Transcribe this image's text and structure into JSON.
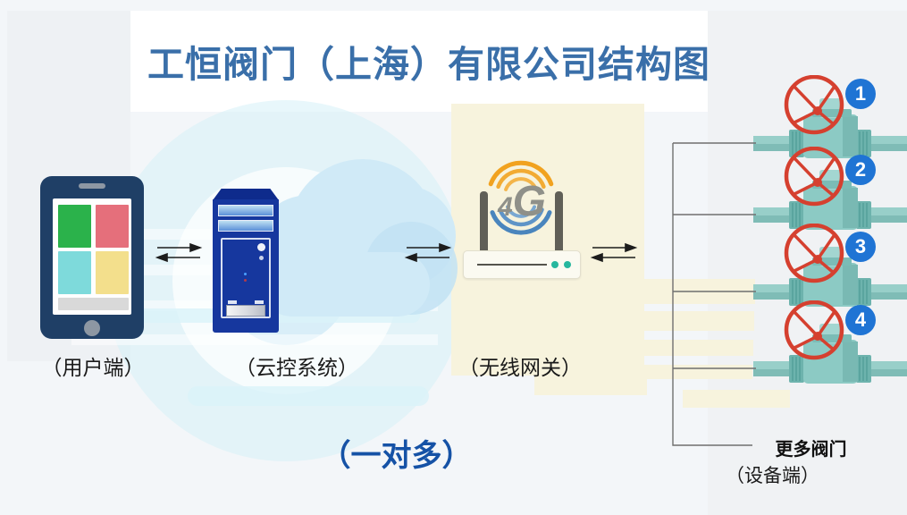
{
  "title": "工恒阀门（上海）有限公司结构图",
  "diagram": {
    "client": {
      "label": "（用户端）"
    },
    "cloud_system": {
      "label": "（云控系统）"
    },
    "gateway": {
      "label": "（无线网关）",
      "logo_text": "4G"
    },
    "valves": {
      "items": [
        {
          "number": "1"
        },
        {
          "number": "2"
        },
        {
          "number": "3"
        },
        {
          "number": "4"
        }
      ],
      "more_label": "更多阀门",
      "side_label": "（设备端）"
    },
    "mode_label": "（一对多）"
  },
  "colors": {
    "title_blue": "#3a6fa9",
    "mode_blue": "#1552a6",
    "badge_blue": "#1f74d4",
    "wheel_red": "#d5402f",
    "pipe_teal": "#8ccac4",
    "server_navy": "#16379e",
    "tablet_navy": "#1f3f66",
    "cloud_blue": "#d0eaf7",
    "antenna_gray": "#605f57",
    "arc_orange": "#f1a21f",
    "arc_blue": "#4a85bd",
    "led_teal": "#27b79e",
    "stripe_cream": "#f7f3dd",
    "tile_green": "#2bb24b",
    "tile_red": "#e56f7b",
    "tile_cyan": "#7edadb",
    "tile_yellow": "#f3df8c"
  }
}
